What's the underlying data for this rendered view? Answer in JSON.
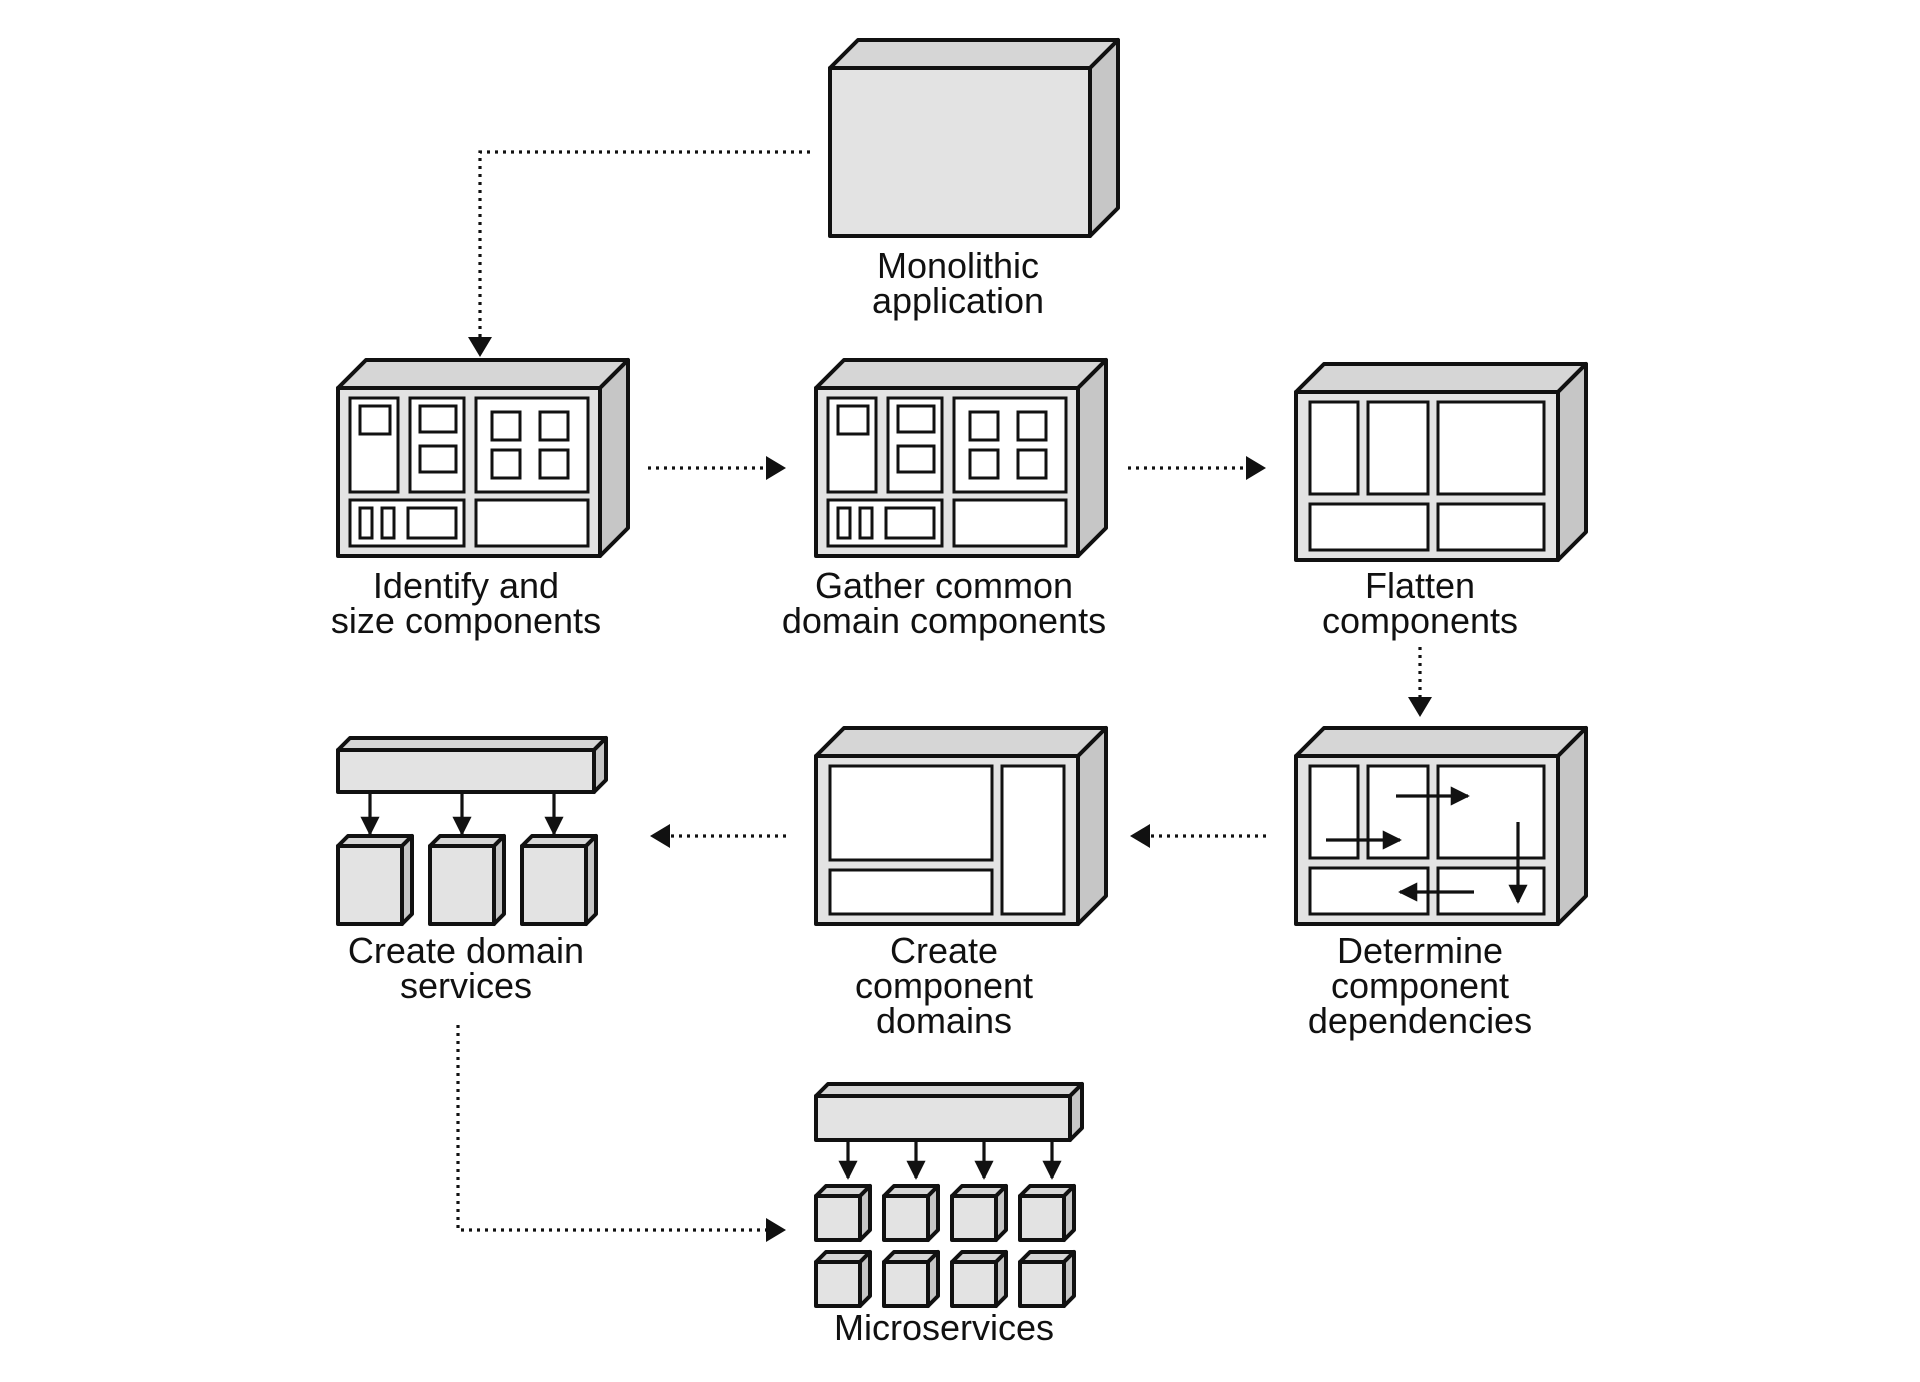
{
  "diagram": {
    "colors": {
      "box_face": "#e3e3e3",
      "box_side": "#c6c6c6",
      "box_top": "#d6d6d6",
      "inner_panel": "#ffffff",
      "highlight": "#6b6b6b",
      "stroke": "#111111"
    },
    "nodes": {
      "monolith": {
        "line1": "Monolithic",
        "line2": "application",
        "icon": "monolith-box-icon"
      },
      "identify": {
        "line1": "Identify and",
        "line2": "size components",
        "icon": "components-box-icon"
      },
      "gather": {
        "line1": "Gather common",
        "line2": "domain components",
        "icon": "components-highlighted-box-icon"
      },
      "flatten": {
        "line1": "Flatten",
        "line2": "components",
        "icon": "flattened-components-box-icon"
      },
      "dependencies": {
        "line1": "Determine",
        "line2": "component",
        "line3": "dependencies",
        "icon": "dependency-arrows-box-icon"
      },
      "component_domains": {
        "line1": "Create",
        "line2": "component",
        "line3": "domains",
        "icon": "domain-panels-box-icon"
      },
      "domain_services": {
        "line1": "Create domain",
        "line2": "services",
        "icon": "domain-services-icon"
      },
      "microservices": {
        "line1": "Microservices",
        "icon": "microservices-grid-icon"
      }
    },
    "edges": [
      {
        "from": "monolith",
        "to": "identify"
      },
      {
        "from": "identify",
        "to": "gather"
      },
      {
        "from": "gather",
        "to": "flatten"
      },
      {
        "from": "flatten",
        "to": "dependencies"
      },
      {
        "from": "dependencies",
        "to": "component_domains"
      },
      {
        "from": "component_domains",
        "to": "domain_services"
      },
      {
        "from": "domain_services",
        "to": "microservices"
      }
    ]
  }
}
